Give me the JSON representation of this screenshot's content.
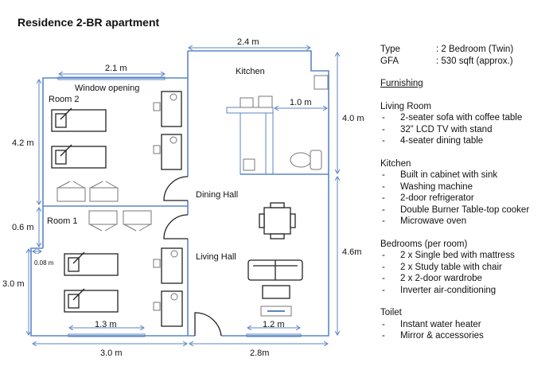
{
  "title": "Residence 2-BR apartment",
  "plan": {
    "rooms": {
      "kitchen": "Kitchen",
      "room2": "Room 2",
      "room1": "Room 1",
      "dining": "Dining Hall",
      "living": "Living Hall",
      "window": "Window opening"
    },
    "dims": {
      "top_kitchen": "2.4 m",
      "window_room2": "2.1 m",
      "kitchen_right": "4.0 m",
      "toilet_width": "1.0 m",
      "room2_height": "4.2 m",
      "gap_height": "0.6 m",
      "offset": "0.08 m",
      "room1_height": "3.0 m",
      "living_right": "4.6m",
      "window_room1": "1.3 m",
      "window_living": "1.2 m",
      "bottom_left": "3.0 m",
      "bottom_right": "2.8m"
    },
    "wall_color": "#5b86c5"
  },
  "info": {
    "type_label": "Type",
    "type_value": ": 2 Bedroom (Twin)",
    "gfa_label": "GFA",
    "gfa_value": ": 530 sqft (approx.)",
    "furnishing": "Furnishing",
    "sections": [
      {
        "title": "Living Room",
        "items": [
          "2-seater sofa with coffee table",
          "32” LCD TV with stand",
          "4-seater dining table"
        ]
      },
      {
        "title": "Kitchen",
        "items": [
          "Built in cabinet with sink",
          "Washing machine",
          "2-door refrigerator",
          "Double Burner Table-top cooker",
          "Microwave oven"
        ]
      },
      {
        "title": "Bedrooms (per room)",
        "items": [
          "2 x Single bed with mattress",
          "2 x Study table with chair",
          "2 x 2-door wardrobe",
          "Inverter air-conditioning"
        ]
      },
      {
        "title": "Toilet",
        "items": [
          "Instant water heater",
          "Mirror & accessories"
        ]
      }
    ],
    "bullet": "-"
  }
}
